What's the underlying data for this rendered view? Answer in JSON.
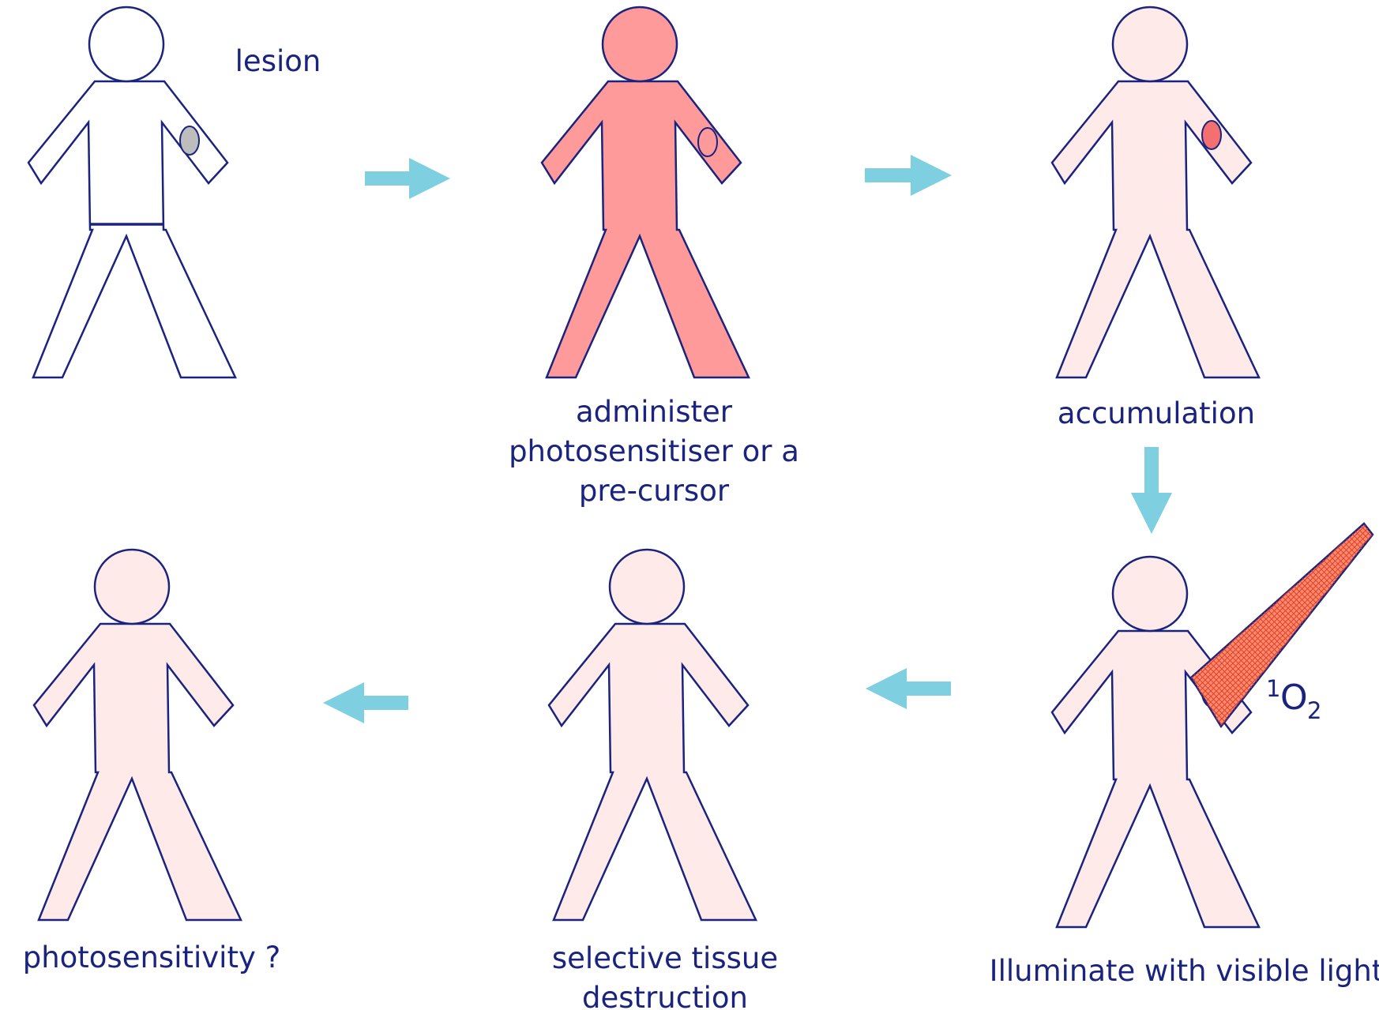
{
  "diagram": {
    "labels": {
      "lesion": "lesion",
      "administer_line1": "administer",
      "administer_line2": "photosensitiser or a",
      "administer_line3": "pre-cursor",
      "accumulation": "accumulation",
      "illuminate": "Illuminate with visible light",
      "selective_line1": "selective tissue",
      "selective_line2": "destruction",
      "photosensitivity": "photosensitivity ?"
    },
    "singlet_oxygen": {
      "superscript": "1",
      "symbol": "O",
      "subscript": "2"
    }
  },
  "colors": {
    "outline": "#1a237e",
    "arrow": "#7ecfe0",
    "body_plain": "#ffffff",
    "body_full_dose": "#ff9a9a",
    "body_pale": "#ffeaea",
    "lesion_untreated": "#bdbdbd",
    "lesion_accumulated": "#f47070",
    "lesion_illuminated": "#f03c30",
    "light_beam": "#ff8a6a"
  }
}
